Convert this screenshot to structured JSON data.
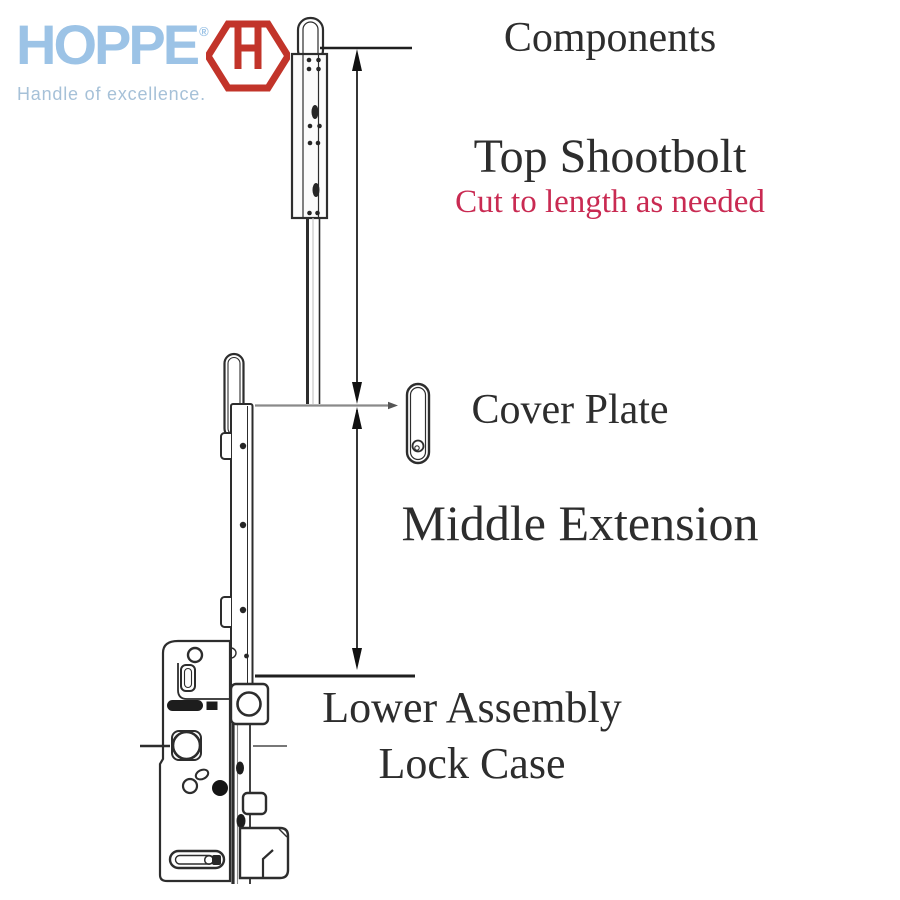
{
  "logo": {
    "brand": "HOPPE",
    "mark": "®",
    "tagline": "Handle of excellence."
  },
  "title": "Components",
  "labels": {
    "top_shootbolt": "Top Shootbolt",
    "top_shootbolt_note": "Cut to length as needed",
    "cover_plate": "Cover Plate",
    "middle_extension": "Middle Extension",
    "lower_assembly_line1": "Lower Assembly",
    "lower_assembly_line2": "Lock Case"
  },
  "colors": {
    "brand_blue": "#9cc3e6",
    "tagline_blue": "#a6c1d8",
    "brand_red": "#c2342a",
    "note_red": "#c92a52",
    "ink": "#2d2d2d",
    "gray_line": "#8a8a8a"
  }
}
